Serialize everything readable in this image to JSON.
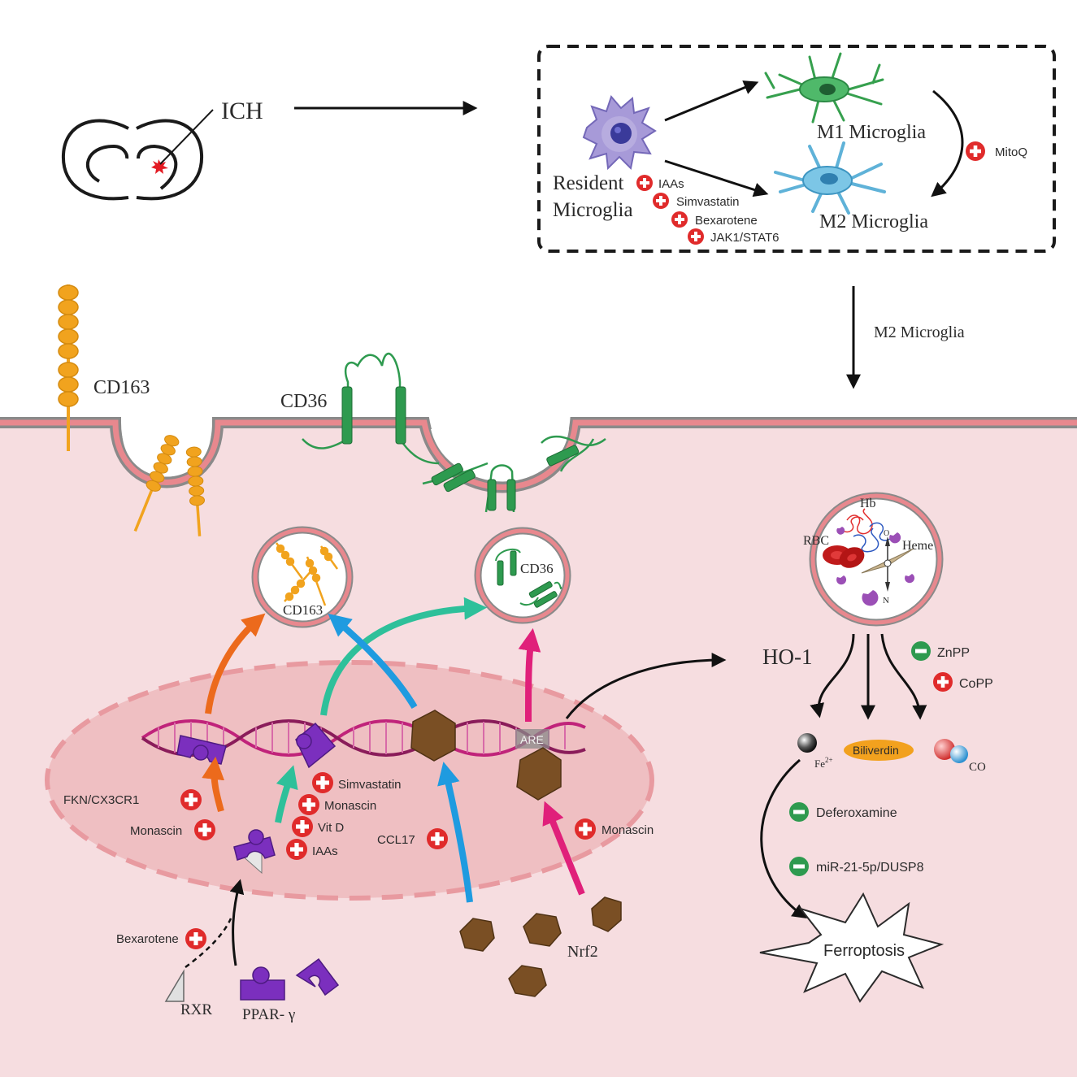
{
  "labels": {
    "ich": "ICH",
    "resident_1": "Resident",
    "resident_2": "Microglia",
    "m1": "M1 Microglia",
    "m2": "M2 Microglia",
    "arrow_m2": "M2 Microglia",
    "cd163_surface": "CD163",
    "cd36_surface": "CD36",
    "cd163_vesicle": "CD163",
    "cd36_vesicle": "CD36",
    "hb": "Hb",
    "rbc": "RBC",
    "heme": "Heme",
    "ho1": "HO-1",
    "fe": "Fe",
    "fe_sup": "2+",
    "biliverdin": "Biliverdin",
    "co": "CO",
    "are": "ARE",
    "nrf2": "Nrf2",
    "rxr": "RXR",
    "ppar": "PPAR- γ",
    "ferroptosis": "Ferroptosis",
    "o2": "O",
    "compass_n": "N"
  },
  "regulators": {
    "iaas_top": "IAAs",
    "simvastatin_top": "Simvastatin",
    "bexarotene_top": "Bexarotene",
    "jak_stat": "JAK1/STAT6",
    "mitoq": "MitoQ",
    "fkn": "FKN/CX3CR1",
    "monascin_left": "Monascin",
    "simvastatin_mid": "Simvastatin",
    "monascin_mid": "Monascin",
    "vitd": "Vit D",
    "iaas_mid": "IAAs",
    "ccl17": "CCL17",
    "monascin_right": "Monascin",
    "bexarotene_low": "Bexarotene",
    "znpp": "ZnPP",
    "copp": "CoPP",
    "deferoxamine": "Deferoxamine",
    "mir": "miR-21-5p/DUSP8"
  },
  "colors": {
    "activator": "#e02b2b",
    "inhibitor": "#2e9a4f",
    "cell_bg": "#f6dde0",
    "membrane": "#e8888e",
    "membrane_edge": "#8a8a8a",
    "nucleus": "#ecb4b8",
    "cd163": "#f1a31e",
    "cd36": "#2e9a4f",
    "ppar": "#7b2fbe",
    "nrf2": "#7a4f24",
    "arrow_orange": "#ec6a1c",
    "arrow_blue": "#1f9be0",
    "arrow_teal": "#2ec09a",
    "arrow_magenta": "#e0207a",
    "dna": "#c0237a"
  }
}
